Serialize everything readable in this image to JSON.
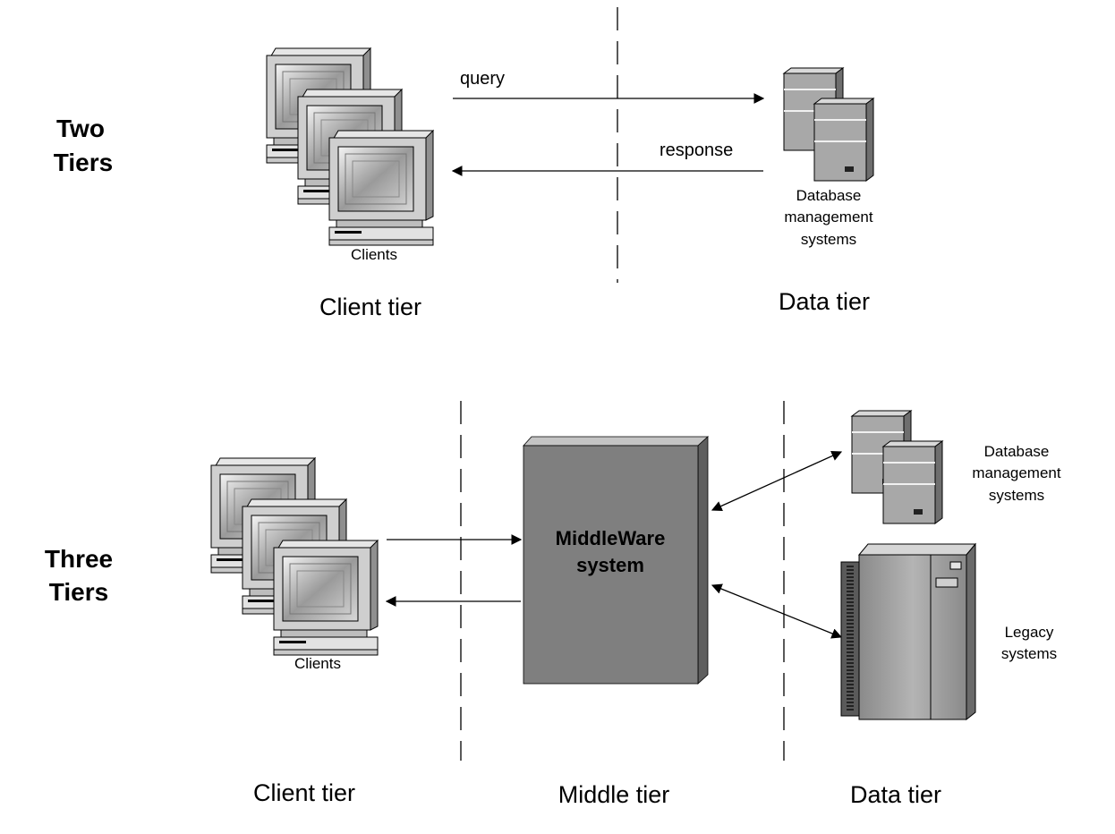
{
  "two_tier": {
    "row_title_line1": "Two",
    "row_title_line2": "Tiers",
    "clients_label": "Clients",
    "query_label": "query",
    "response_label": "response",
    "db_label_line1": "Database",
    "db_label_line2": "management",
    "db_label_line3": "systems",
    "client_tier_label": "Client tier",
    "data_tier_label": "Data tier"
  },
  "three_tier": {
    "row_title_line1": "Three",
    "row_title_line2": "Tiers",
    "clients_label": "Clients",
    "middleware_line1": "MiddleWare",
    "middleware_line2": "system",
    "db_label_line1": "Database",
    "db_label_line2": "management",
    "db_label_line3": "systems",
    "legacy_label_line1": "Legacy",
    "legacy_label_line2": "systems",
    "client_tier_label": "Client tier",
    "middle_tier_label": "Middle tier",
    "data_tier_label": "Data tier"
  },
  "colors": {
    "middleware_box": "#7f7f7f",
    "server_body": "#a8a8a8",
    "legacy_body": "#9a9a9a"
  }
}
